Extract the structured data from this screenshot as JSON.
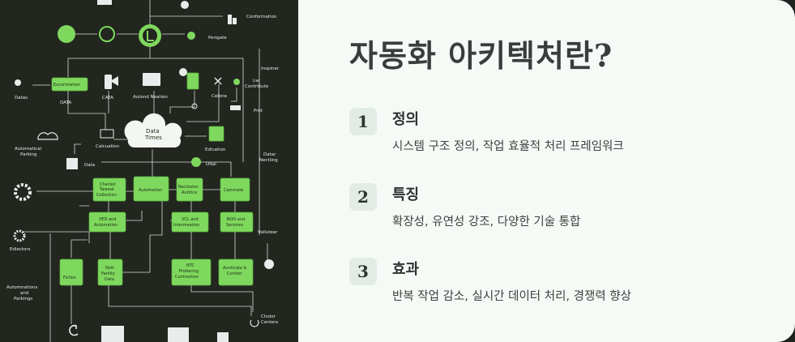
{
  "slide": {
    "title": "자동화 아키텍처란?",
    "items": [
      {
        "number": "1",
        "title": "정의",
        "description": "시스템 구조 정의, 작업 효율적 처리 프레임워크"
      },
      {
        "number": "2",
        "title": "특징",
        "description": "확장성, 유연성 강조, 다양한 기술 통합"
      },
      {
        "number": "3",
        "title": "효과",
        "description": "반복 작업 감소, 실시간 데이터 처리, 경쟁력 향상"
      }
    ]
  },
  "diagram": {
    "accent_color": "#7fd85e",
    "labels": {
      "conformation": "Conformation",
      "perigate": "Perigate",
      "inspiner": "Inspiner",
      "law": "Lw",
      "contribute": "Contribute",
      "print": "Prnt",
      "datas": "Datas",
      "data_left": "DATA",
      "cata": "CATA",
      "autond": "Autond Neation",
      "celone": "Celone",
      "automatical": "Automatical",
      "parking": "Parking",
      "calcuation": "Calcuation",
      "data_small": "Data",
      "data_times_1": "Data",
      "data_times_2": "Times",
      "edication": "Edication",
      "dital": "Dital",
      "datar": "Datar",
      "nectiing": "Nectiing",
      "ecorimation": "Eocorimation",
      "checkol_1": "Checkol",
      "checkol_2": "Taieeat",
      "checkol_3": "Collection",
      "automation": "Automation",
      "reclission_1": "Reclission",
      "reclission_2": "Autitice",
      "cammate": "Cammate",
      "ved_1": "VED and",
      "ved_2": "Automation",
      "vcl_1": "VCL and",
      "vcl_2": "Intermeation",
      "bod_1": "BOD and",
      "bod_2": "Services",
      "edlectors": "Edlectors",
      "valluteer": "Valluteer",
      "fiction": "Fiction",
      "nott_1": "Nott",
      "nott_2": "Parility",
      "nott_3": "Data",
      "ntc_1": "NTC",
      "ntc_2": "Protiering",
      "ntc_3": "Controction",
      "aunticate_1": "Aunticate &",
      "aunticate_2": "Contter",
      "automnations_1": "Automnations",
      "automnations_2": "and",
      "automnations_3": "Parkings",
      "cholor_1": "Cholor",
      "cholor_2": "Centers"
    }
  }
}
